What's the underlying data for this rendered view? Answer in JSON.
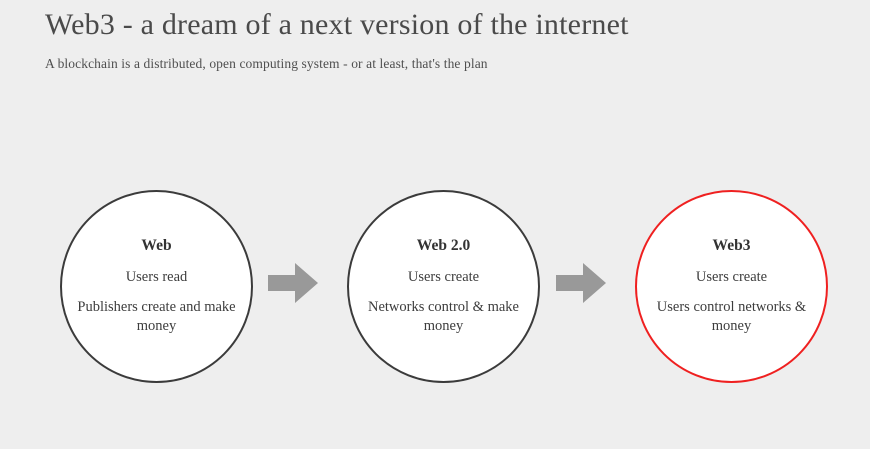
{
  "header": {
    "title": "Web3 - a dream of a next version of the internet",
    "subtitle": "A blockchain is a distributed, open computing system - or at least, that's the plan"
  },
  "theme": {
    "background": "#eeeeee",
    "title_color": "#4a4a4a",
    "node_stroke": "#3b3b3b",
    "node_fill": "#ffffff",
    "highlight_color": "#ef2020",
    "arrow_color": "#999999"
  },
  "diagram": {
    "type": "flow",
    "nodes": [
      {
        "id": "web",
        "title": "Web",
        "lines": [
          "Users read",
          "Publishers create and make money"
        ],
        "highlighted": false
      },
      {
        "id": "web2",
        "title": "Web 2.0",
        "lines": [
          "Users create",
          "Networks control & make money"
        ],
        "highlighted": false
      },
      {
        "id": "web3",
        "title": "Web3",
        "lines": [
          "Users create",
          "Users control networks & money"
        ],
        "highlighted": true
      }
    ],
    "connectors": [
      {
        "id": "arrow-1",
        "icon": "arrow-right-icon",
        "from": "web",
        "to": "web2"
      },
      {
        "id": "arrow-2",
        "icon": "arrow-right-icon",
        "from": "web2",
        "to": "web3"
      }
    ]
  }
}
